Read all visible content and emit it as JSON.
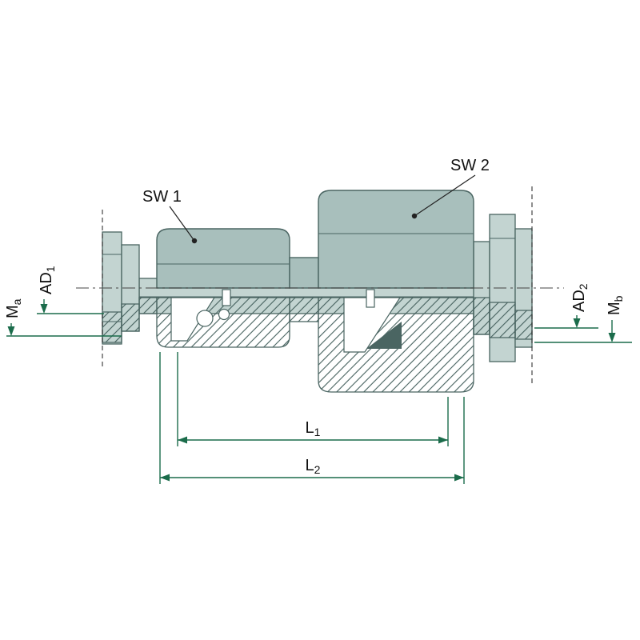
{
  "drawing": {
    "type": "technical-cross-section-fitting",
    "labels": {
      "sw1": "SW 1",
      "sw2": "SW 2",
      "l1": {
        "main": "L",
        "sub": "1"
      },
      "l2": {
        "main": "L",
        "sub": "2"
      },
      "ad1": {
        "main": "AD",
        "sub": "1"
      },
      "ad2": {
        "main": "AD",
        "sub": "2"
      },
      "ma": {
        "main": "M",
        "sub": "a"
      },
      "mb": {
        "main": "M",
        "sub": "b"
      }
    },
    "colors": {
      "body": "#a8bfbc",
      "body_light": "#c3d4d1",
      "outline": "#4a6562",
      "hatch": "#45605d",
      "dimension": "#1b6c4b",
      "leader": "#222222",
      "text": "#111111",
      "background": "#ffffff"
    }
  }
}
